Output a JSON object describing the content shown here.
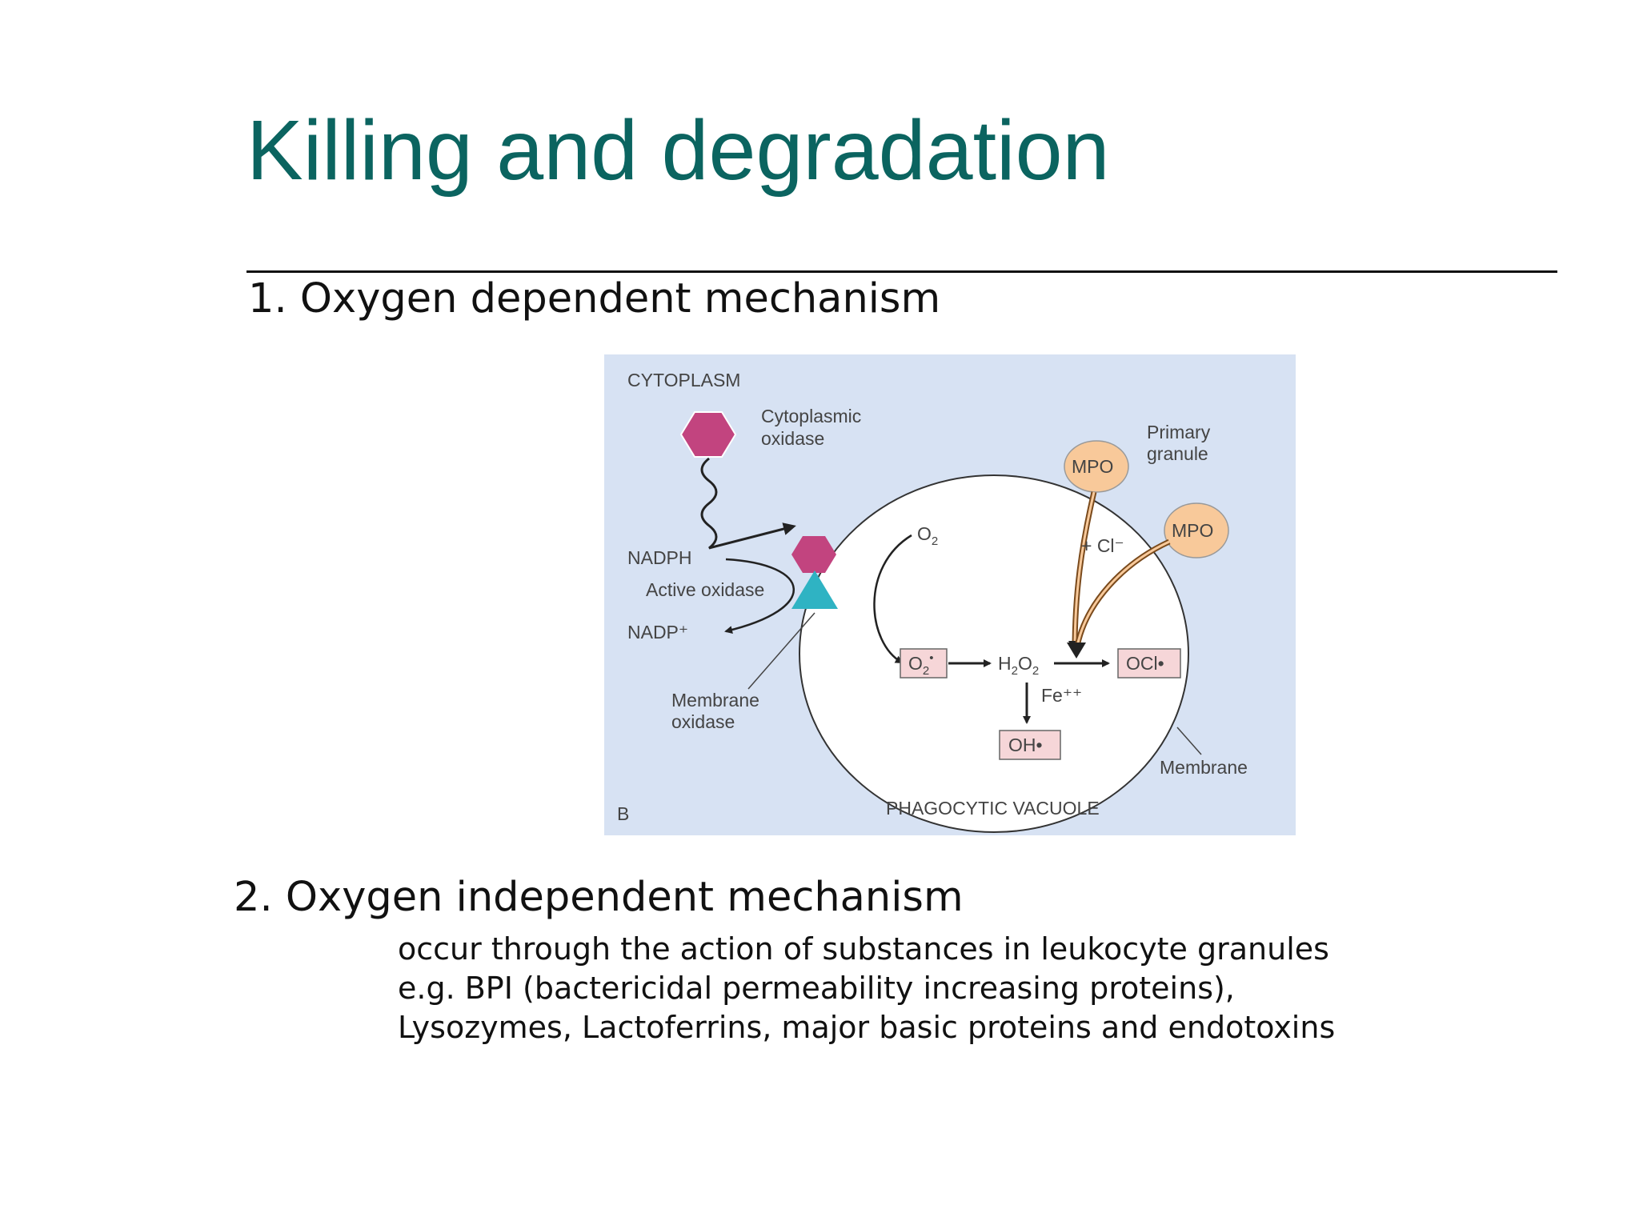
{
  "slide": {
    "title": "Killing and degradation",
    "heading1": "1. Oxygen dependent mechanism",
    "heading2": "2. Oxygen independent mechanism",
    "body_lines": [
      "occur through the action of substances in leukocyte granules",
      "e.g. BPI (bactericidal permeability increasing proteins),",
      "Lysozymes, Lactoferrins, major basic proteins and endotoxins"
    ]
  },
  "diagram": {
    "cytoplasm": "CYTOPLASM",
    "cytoplasmic_oxidase": [
      "Cytoplasmic",
      "oxidase"
    ],
    "primary_granule": [
      "Primary",
      "granule"
    ],
    "mpo": "MPO",
    "o2": "O",
    "o2_sub": "2",
    "cl": "+ Cl⁻",
    "nadph": "NADPH",
    "active_oxidase": "Active oxidase",
    "nadp": "NADP⁺",
    "superoxide": "O",
    "superoxide_sub": "2",
    "superoxide_sup": "•",
    "h2o2": [
      "H",
      "2",
      "O",
      "2"
    ],
    "ocl": "OCl•",
    "fe": "Fe⁺⁺",
    "oh": "OH•",
    "membrane_oxidase": [
      "Membrane",
      "oxidase"
    ],
    "membrane": "Membrane",
    "panel_letter": "B",
    "phagocytic_vacuole": "PHAGOCYTIC VACUOLE",
    "colors": {
      "background": "#d7e2f3",
      "hexagon": "#c2447f",
      "triangle": "#2fb3c3",
      "mpo": "#f8c99a",
      "product_box": "#f6d6d8"
    }
  }
}
